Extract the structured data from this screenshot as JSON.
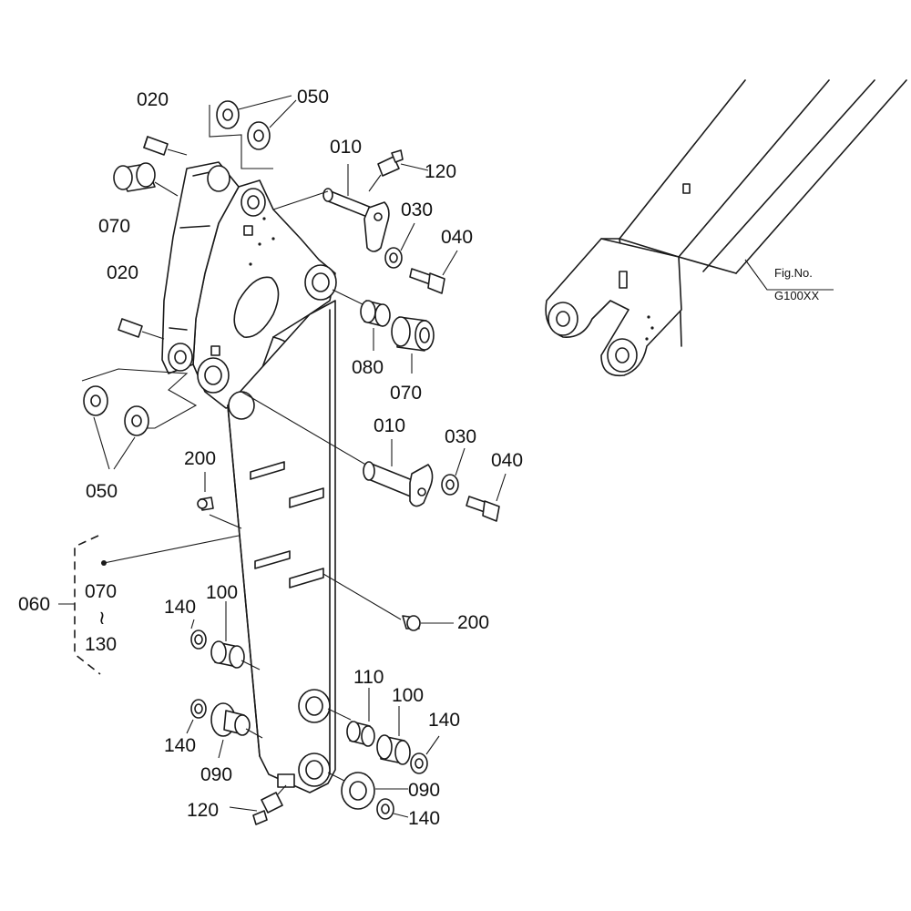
{
  "labels": {
    "p020": "020",
    "p050": "050",
    "p010": "010",
    "p120": "120",
    "p030": "030",
    "p040": "040",
    "p070": "070",
    "p080": "080",
    "p200": "200",
    "p060": "060",
    "p140": "140",
    "p100": "100",
    "p110": "110",
    "p090": "090",
    "p130": "130",
    "tilde": "≀"
  },
  "fig": {
    "title": "Fig.No.",
    "code": "G100XX"
  }
}
